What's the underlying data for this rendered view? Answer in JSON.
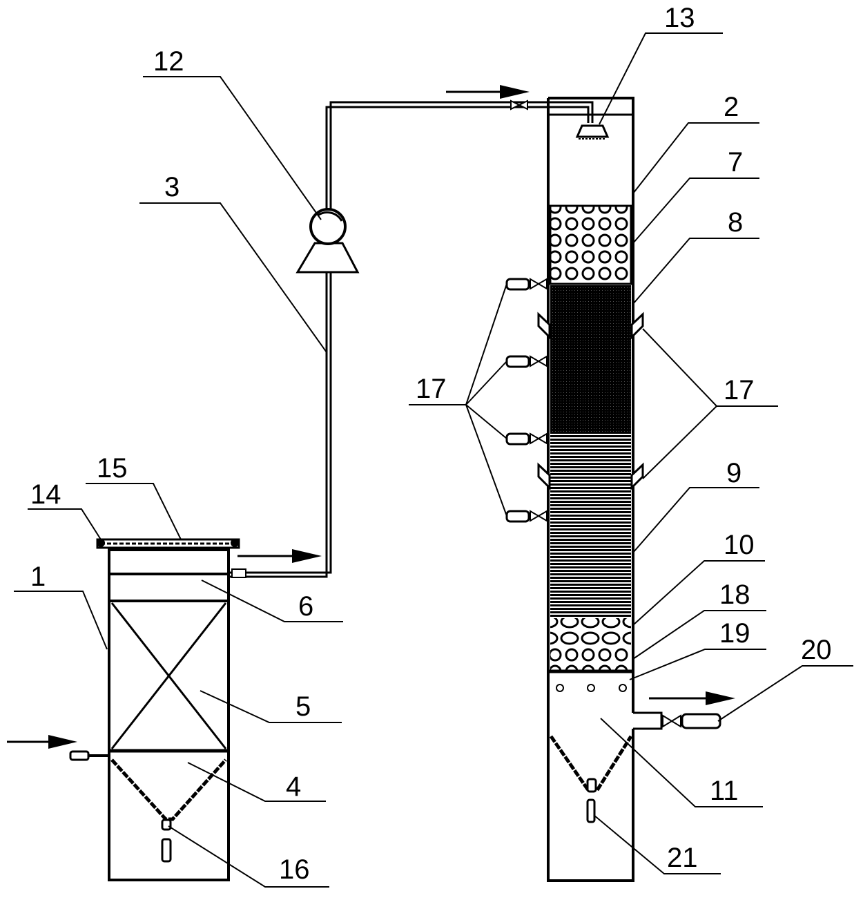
{
  "labels": {
    "l1": "1",
    "l2": "2",
    "l3": "3",
    "l4": "4",
    "l5": "5",
    "l6": "6",
    "l7": "7",
    "l8": "8",
    "l9": "9",
    "l10": "10",
    "l11": "11",
    "l12": "12",
    "l13": "13",
    "l14": "14",
    "l15": "15",
    "l16": "16",
    "l17_left": "17",
    "l17_right": "17",
    "l18": "18",
    "l19": "19",
    "l20": "20",
    "l21": "21"
  },
  "colors": {
    "line": "#000000",
    "background": "#ffffff"
  }
}
